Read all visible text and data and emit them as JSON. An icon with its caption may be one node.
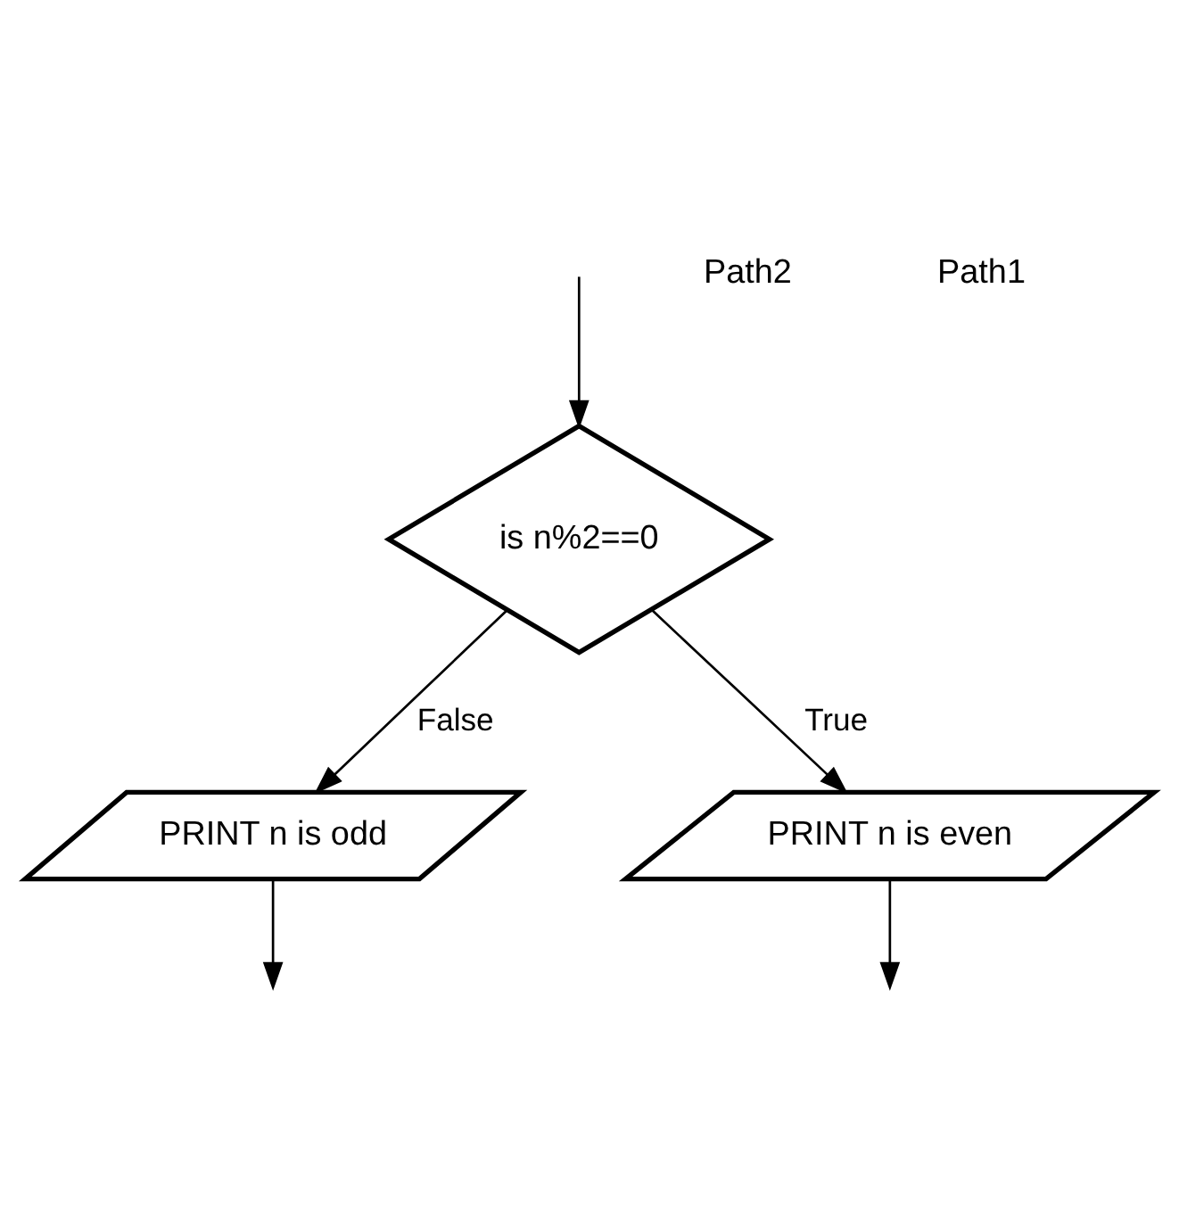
{
  "diagram": {
    "nodes": [
      {
        "text": [
          "is n%2==0"
        ]
      },
      {
        "text": [
          "PRINT n is odd"
        ]
      },
      {
        "text": [
          "PRINT n is even"
        ]
      }
    ],
    "edges": [
      {
        "from": null,
        "to": 0,
        "arrow": "to"
      },
      {
        "from": 0,
        "to": 1,
        "arrow": "to",
        "label": "False"
      },
      {
        "from": 0,
        "to": 2,
        "arrow": "to",
        "label": "True"
      },
      {
        "from": 2,
        "to": null,
        "arrow": "to"
      },
      {
        "from": 1,
        "to": null,
        "arrow": "to"
      }
    ],
    "labels": [
      "Path2",
      "Path1"
    ]
  }
}
